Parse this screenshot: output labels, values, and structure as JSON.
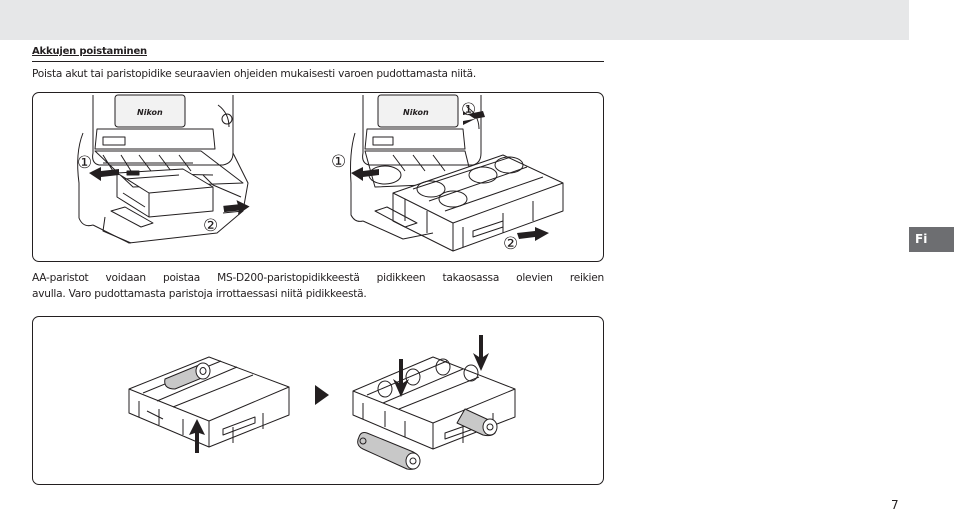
{
  "section": {
    "heading": "Akkujen poistaminen",
    "paragraph1": "Poista akut tai paristopidike seuraavien ohjeiden mukaisesti varoen pudottamasta niitä.",
    "paragraph2_line1": "AA-paristot voidaan poistaa MS-D200-paristopidikkeestä pidikkeen takaosassa olevien reikien",
    "paragraph2_line2": "avulla. Varo pudottamasta paristoja irrottaessasi niitä pidikkeestä."
  },
  "figure1": {
    "brand_left": "Nikon",
    "brand_right": "Nikon",
    "step1_left": "①",
    "step2_left": "②",
    "step1_right_top": "①",
    "step1_right_left": "①",
    "step2_right": "②"
  },
  "figure2": {
    "arrow_icon": "play-triangle-icon"
  },
  "side_tab": {
    "label": "Fi"
  },
  "footer": {
    "page_number": "7"
  }
}
